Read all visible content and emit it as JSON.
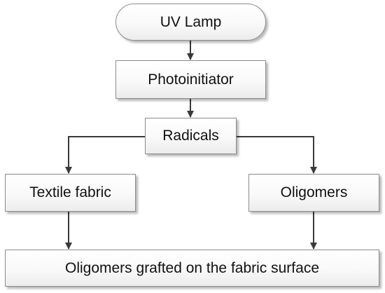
{
  "diagram": {
    "nodes": {
      "uv_lamp": "UV Lamp",
      "photoinitiator": "Photoinitiator",
      "radicals": "Radicals",
      "textile_fabric": "Textile fabric",
      "oligomers": "Oligomers",
      "grafted": "Oligomers grafted on the fabric surface"
    },
    "edges": [
      {
        "from": "uv_lamp",
        "to": "photoinitiator"
      },
      {
        "from": "photoinitiator",
        "to": "radicals"
      },
      {
        "from": "radicals",
        "to": "textile_fabric"
      },
      {
        "from": "radicals",
        "to": "oligomers"
      },
      {
        "from": "textile_fabric",
        "to": "grafted"
      },
      {
        "from": "oligomers",
        "to": "grafted"
      }
    ],
    "colors": {
      "line": "#3a3a3a",
      "border": "#8c8c8c",
      "fill": "#ffffff"
    }
  }
}
